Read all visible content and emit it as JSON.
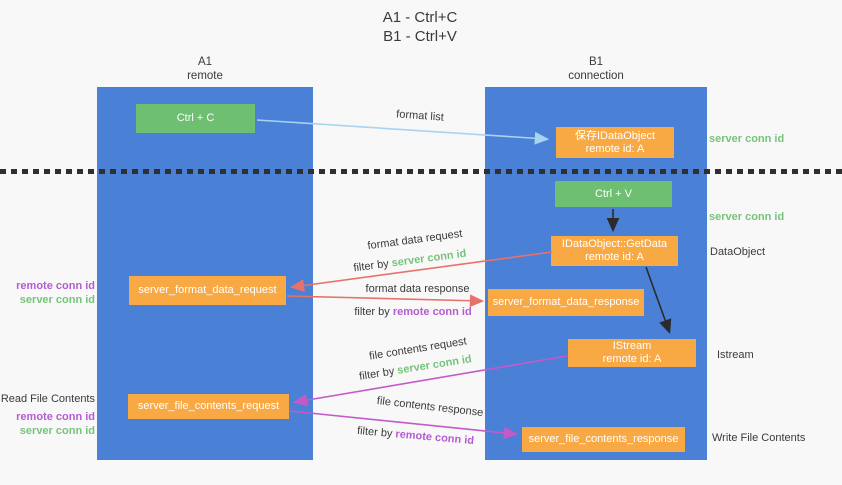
{
  "title": {
    "line1": "A1 - Ctrl+C",
    "line2": "B1 - Ctrl+V"
  },
  "lanes": {
    "left": {
      "title": "A1",
      "subtitle": "remote"
    },
    "right": {
      "title": "B1",
      "subtitle": "connection"
    }
  },
  "nodes": {
    "ctrl_c": {
      "label": "Ctrl + C"
    },
    "save_dataobject": {
      "line1": "保存IDataObject",
      "line2": "remote id: A"
    },
    "ctrl_v": {
      "label": "Ctrl + V"
    },
    "getdata": {
      "line1": "IDataObject::GetData",
      "line2": "remote id: A"
    },
    "format_request": {
      "label": "server_format_data_request"
    },
    "format_response": {
      "label": "server_format_data_response"
    },
    "istream": {
      "line1": "IStream",
      "line2": "remote id: A"
    },
    "file_request": {
      "label": "server_file_contents_request"
    },
    "file_response": {
      "label": "server_file_contents_response"
    }
  },
  "right_labels": {
    "server_conn_top": "server conn id",
    "server_conn_mid": "server conn id",
    "dataobject": "DataObject",
    "istream": "Istream",
    "write_file": "Write File Contents"
  },
  "left_labels": {
    "remote_conn_mid": "remote conn id",
    "server_conn_mid": "server conn id",
    "read_file": "Read File Contents",
    "remote_conn_bottom": "remote conn id",
    "server_conn_bottom": "server conn id"
  },
  "flow_labels": {
    "format_list": "format list",
    "format_data_request": "format data request",
    "filter_request_prefix": "filter by ",
    "filter_request_value": "server conn id",
    "format_data_response": "format data response",
    "filter_response_prefix": "filter by ",
    "filter_response_value": "remote conn id",
    "file_contents_request": "file contents request",
    "filter_file_request_prefix": "filter by ",
    "filter_file_request_value": "server conn id",
    "file_contents_response": "file contents response",
    "filter_file_response_prefix": "filter by ",
    "filter_file_response_value": "remote conn id"
  },
  "colors": {
    "lane_blue": "#4a80d6",
    "box_green": "#6fbf72",
    "box_orange": "#f9a944",
    "green_text": "#77c37c",
    "purple_text": "#b55bd3",
    "arrow_red": "#e8716a",
    "arrow_magenta": "#c45ac8",
    "arrow_lightblue": "#a9d4f0",
    "arrow_black": "#2b2b2b",
    "background": "#f8f8f8"
  }
}
